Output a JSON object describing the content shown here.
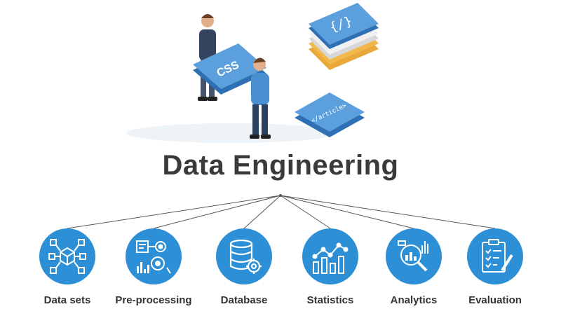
{
  "title": "Data Engineering",
  "illustration": {
    "chip_css": "CSS",
    "chip_code": "{/}",
    "chip_article": "</article>"
  },
  "nodes": [
    {
      "label": "Data sets",
      "icon": "network-cube-icon"
    },
    {
      "label": "Pre-processing",
      "icon": "processing-gears-icon"
    },
    {
      "label": "Database",
      "icon": "database-gear-icon"
    },
    {
      "label": "Statistics",
      "icon": "bar-line-chart-icon"
    },
    {
      "label": "Analytics",
      "icon": "magnifier-chart-icon"
    },
    {
      "label": "Evaluation",
      "icon": "clipboard-checklist-icon"
    }
  ],
  "colors": {
    "accent": "#2d8fd5",
    "chip_blue": "#4a8fd0",
    "chip_gold": "#f2b84b",
    "title": "#3a3a3a"
  }
}
